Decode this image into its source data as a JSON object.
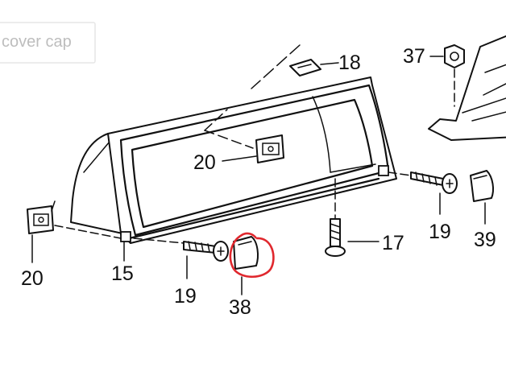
{
  "cover_caption": "cover cap",
  "colors": {
    "ink": "#111111",
    "highlight": "#e0282e",
    "caption": "#bdbdbd"
  },
  "callouts": {
    "p18": "18",
    "p37": "37",
    "p20_top": "20",
    "p20_left": "20",
    "p15": "15",
    "p19_left": "19",
    "p19_right": "19",
    "p17": "17",
    "p38": "38",
    "p39": "39"
  }
}
